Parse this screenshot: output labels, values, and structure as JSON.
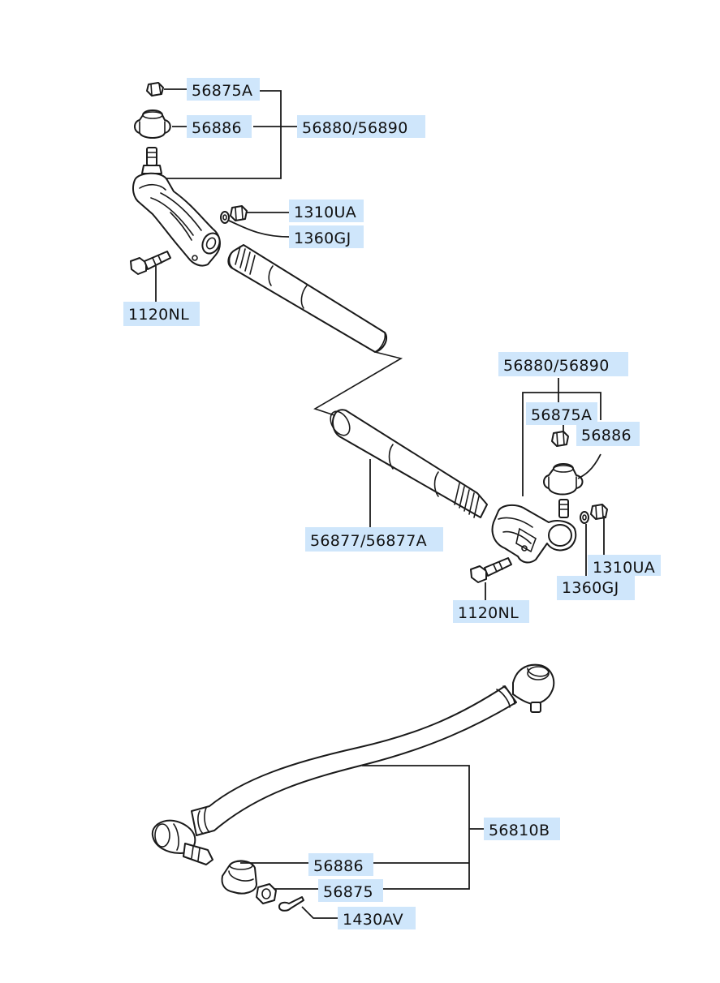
{
  "colors": {
    "label_background": "#cfe6fb",
    "line": "#1a1a1a",
    "page": "#ffffff"
  },
  "labels": {
    "top_nut": "56875A",
    "top_boot": "56886",
    "top_tie_rod_end": "56880/56890",
    "top_lock_nut": "1310UA",
    "top_washer": "1360GJ",
    "top_bolt": "1120NL",
    "mid_tie_rod_end": "56880/56890",
    "mid_nut": "56875A",
    "mid_boot": "56886",
    "tie_rod_tube": "56877/56877A",
    "mid_lock_nut": "1310UA",
    "mid_washer": "1360GJ",
    "mid_bolt": "1120NL",
    "drag_link": "56810B",
    "bottom_boot": "56886",
    "bottom_nut": "56875",
    "cotter_pin": "1430AV"
  }
}
